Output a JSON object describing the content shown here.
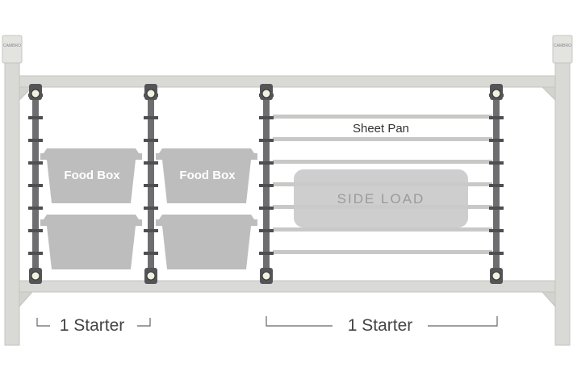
{
  "brand": "CAMBRO",
  "labels": {
    "food_box_1": "Food Box",
    "food_box_2": "Food Box",
    "sheet_pan": "Sheet Pan",
    "side_load": "SIDE LOAD",
    "starter_left": "1 Starter",
    "starter_right": "1 Starter"
  },
  "colors": {
    "frame": "#d9d9d6",
    "frame_edge": "#c4c4c0",
    "rail": "#6e6e70",
    "rail_dark": "#4f4f52",
    "box": "#bdbdbd",
    "box_text": "#ffffff",
    "shelf": "#c8c8c6",
    "side_load_bg": "#cacaca",
    "side_load_text": "#9a9a9a",
    "label_text": "#444444"
  }
}
